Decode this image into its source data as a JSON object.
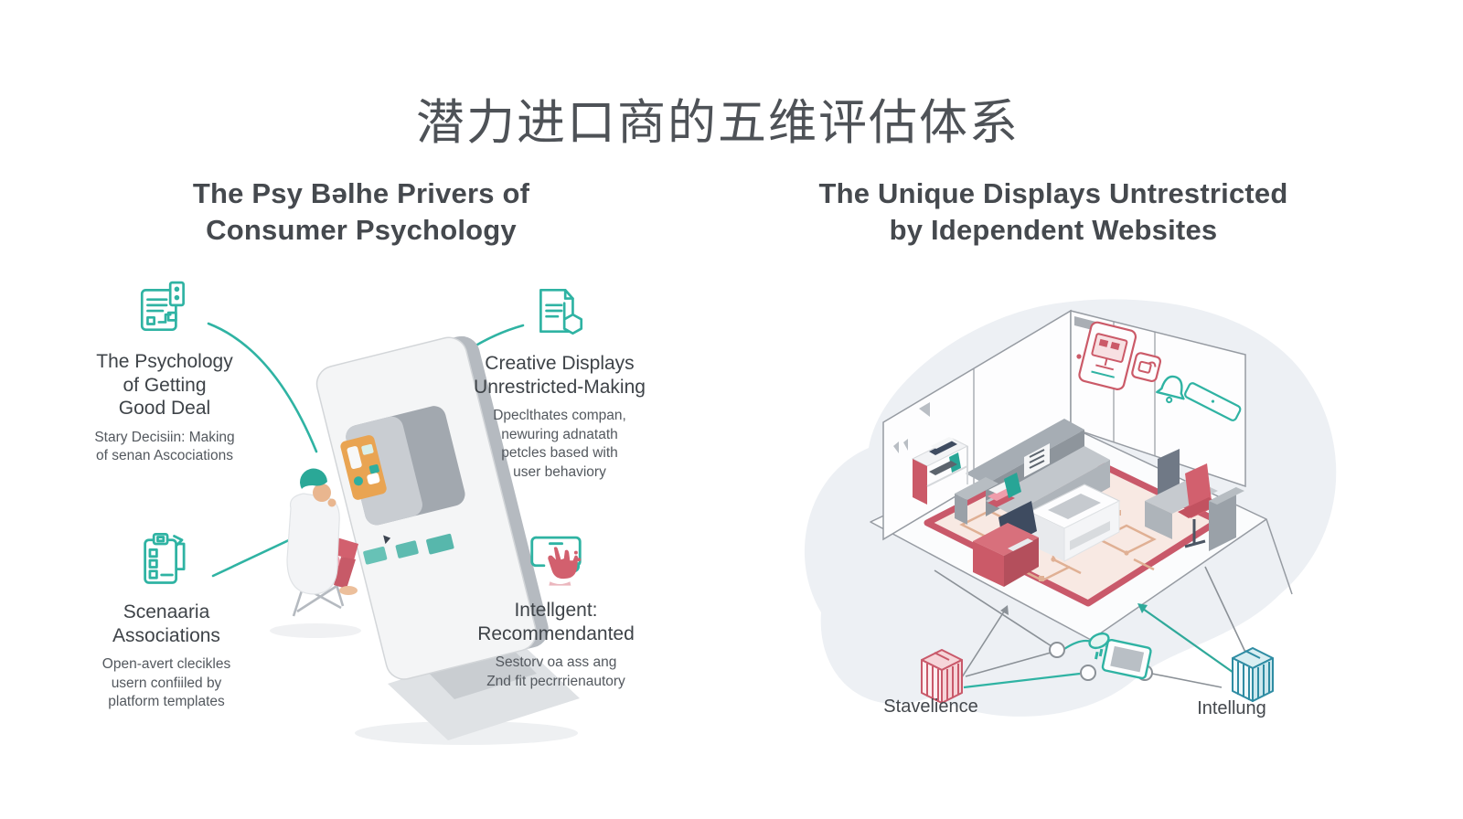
{
  "title": "潜力进口商的五维评估体系",
  "left_panel": {
    "heading": "The Psy Bəlhe Privers of\nConsumer Psychology",
    "callouts": {
      "top_left": {
        "icon": "report-document-icon",
        "title": "The Psychology\nof Getting\nGood Deal",
        "subtitle": "Stary Decisiin: Making\nof senan Ascociations"
      },
      "top_right": {
        "icon": "document-hexagon-icon",
        "title": "Creative Displays\nUnrestricted-Making",
        "subtitle": "Dpeclthates compan,\nnewuring adnatath\npetcles based with\nuser behaviory"
      },
      "bottom_left": {
        "icon": "clipboard-checklist-icon",
        "title": "Scenaaria\nAssociations",
        "subtitle": "Open-avert clecikles\nusern confiiled by\nplatform templates"
      },
      "bottom_right": {
        "icon": "tap-screen-icon",
        "title": "Intellgent:\nRecommendanted",
        "subtitle": "Sestorv oa ass ang\nZnd fit pecrrrienautory"
      }
    }
  },
  "right_panel": {
    "heading": "The Unique Displays Untrestricted\nby Idependent Websites",
    "labels": {
      "left_node": "Stavelience",
      "right_node": "Intellung"
    }
  },
  "colors": {
    "teal": "#2fb3a3",
    "red": "#cb5a68",
    "heading_text": "#45494e",
    "body_text": "#53585e",
    "orange_card": "#e9a452",
    "blob": "#edf0f4"
  }
}
